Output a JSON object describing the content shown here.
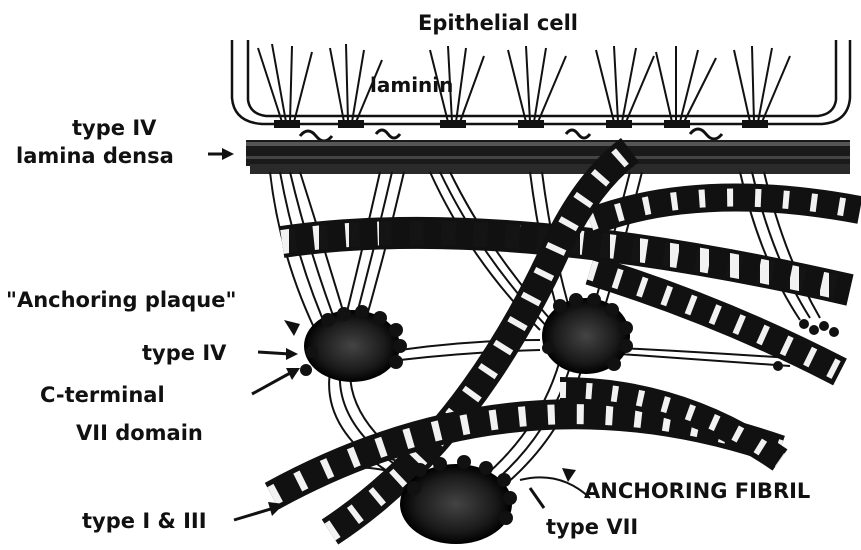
{
  "labels": {
    "epithelial_cell": "Epithelial cell",
    "laminin": "laminin",
    "type_iv_top": "type IV",
    "lamina_densa": "lamina densa",
    "anchoring_plaque": "\"Anchoring plaque\"",
    "type_iv_plaque": "type IV",
    "c_terminal": "C-terminal",
    "vii_domain": "VII domain",
    "anchoring_fibril": "ANCHORING FIBRIL",
    "type_i_iii": "type I & III",
    "type_vii": "type VII"
  }
}
